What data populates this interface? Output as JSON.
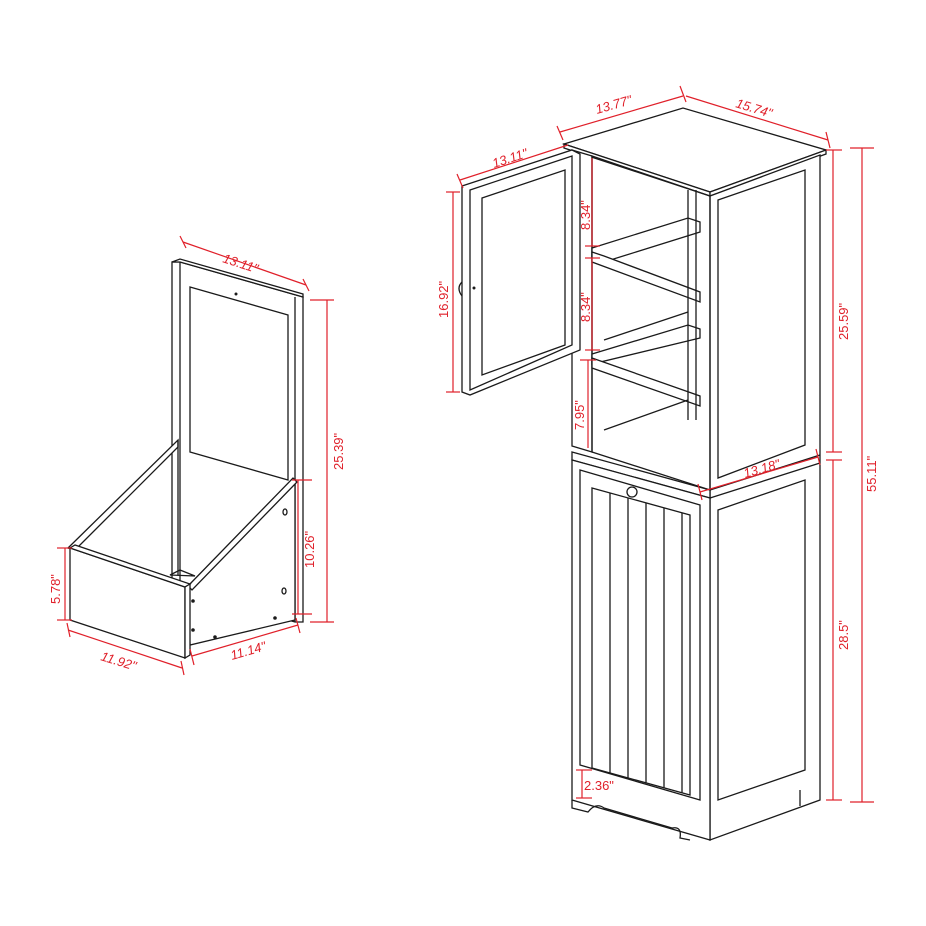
{
  "colors": {
    "dimension": "#e0202a",
    "outline": "#1a1a1a",
    "background": "#ffffff"
  },
  "hamper_unit": {
    "labels": {
      "back_width": "13.11\"",
      "back_height": "25.39\"",
      "side_height": "10.26\"",
      "front_height": "5.78\"",
      "front_width": "11.92\"",
      "depth": "11.14\""
    }
  },
  "cabinet": {
    "labels": {
      "top_depth": "13.77\"",
      "top_width": "15.74\"",
      "door_width": "13.11\"",
      "door_height": "16.92\"",
      "shelf_gap_1": "8.34\"",
      "shelf_gap_2": "8.34\"",
      "shelf_gap_3": "7.95\"",
      "upper_height": "25.59\"",
      "total_height": "55.11\"",
      "mid_width": "13.18\"",
      "lower_height": "28.5\"",
      "base_height": "2.36\""
    }
  }
}
